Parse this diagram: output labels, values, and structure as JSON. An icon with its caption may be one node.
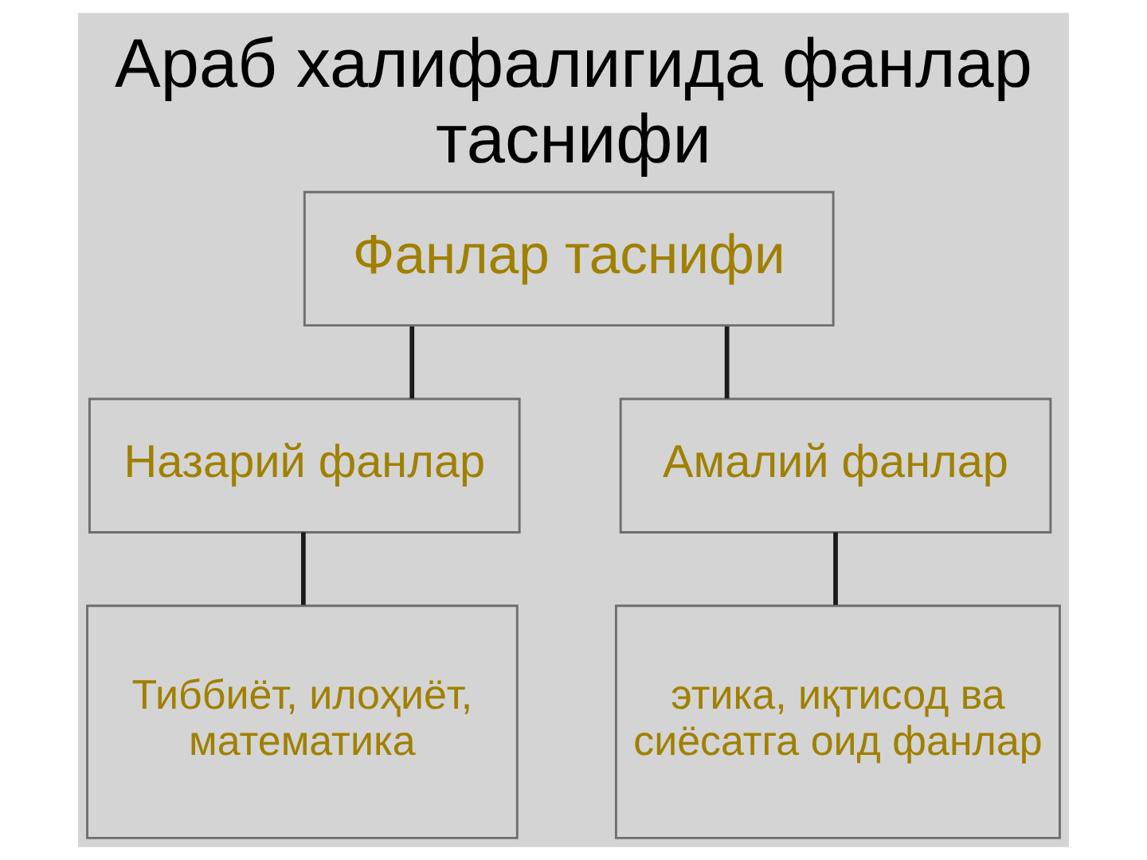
{
  "diagram": {
    "title": "Араб халифалигида фанлар таснифи",
    "nodes": [
      {
        "text": [
          "Фанлар таснифи"
        ]
      },
      {
        "text": [
          "Назарий фанлар"
        ]
      },
      {
        "text": [
          "Амалий фанлар"
        ]
      },
      {
        "text": [
          "Тиббиёт, илоҳиёт, математика"
        ]
      },
      {
        "text": [
          "этика, иқтисод ва сиёсатга оид фанлар"
        ]
      }
    ],
    "edges": [
      {
        "from": 0,
        "to": 1,
        "arrow": "none"
      },
      {
        "from": 0,
        "to": 2,
        "arrow": "none"
      },
      {
        "from": 1,
        "to": 3,
        "arrow": "none"
      },
      {
        "from": 2,
        "to": 4,
        "arrow": "none"
      }
    ]
  }
}
